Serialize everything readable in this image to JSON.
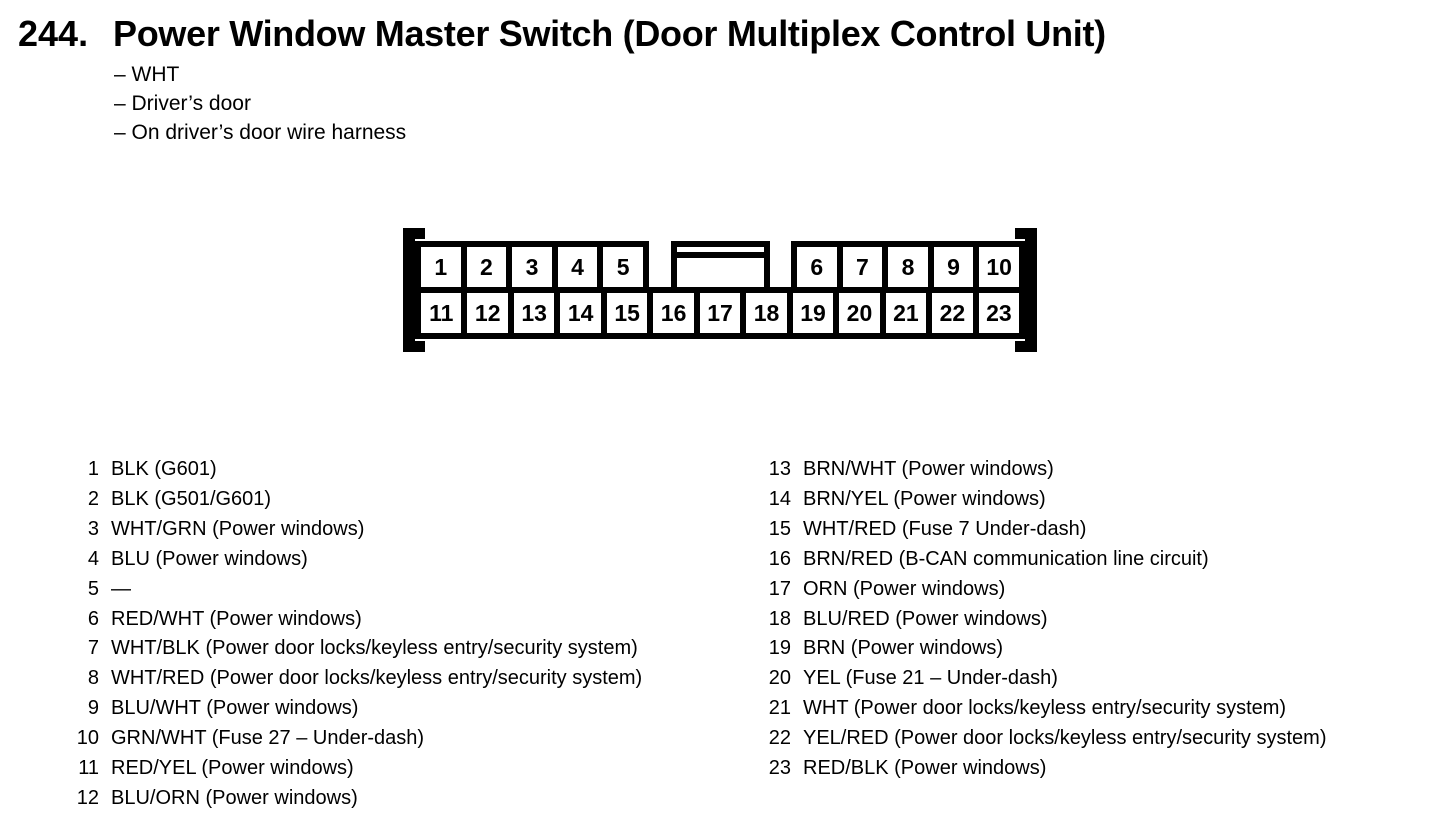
{
  "page": {
    "number": "244.",
    "title": "Power Window Master Switch (Door Multiplex Control Unit)",
    "subtitle_lines": [
      "– WHT",
      "– Driver’s door",
      "– On driver’s door wire harness"
    ]
  },
  "connector": {
    "top_row_left": [
      "1",
      "2",
      "3",
      "4",
      "5"
    ],
    "top_row_right": [
      "6",
      "7",
      "8",
      "9",
      "10"
    ],
    "bottom_row": [
      "11",
      "12",
      "13",
      "14",
      "15",
      "16",
      "17",
      "18",
      "19",
      "20",
      "21",
      "22",
      "23"
    ]
  },
  "pinout": {
    "left_column": [
      {
        "pin": "1",
        "desc": "BLK (G601)"
      },
      {
        "pin": "2",
        "desc": "BLK (G501/G601)"
      },
      {
        "pin": "3",
        "desc": "WHT/GRN (Power windows)"
      },
      {
        "pin": "4",
        "desc": "BLU (Power windows)"
      },
      {
        "pin": "5",
        "desc": "—"
      },
      {
        "pin": "6",
        "desc": "RED/WHT (Power windows)"
      },
      {
        "pin": "7",
        "desc": "WHT/BLK (Power door locks/keyless entry/security system)"
      },
      {
        "pin": "8",
        "desc": "WHT/RED (Power door locks/keyless entry/security system)"
      },
      {
        "pin": "9",
        "desc": "BLU/WHT (Power windows)"
      },
      {
        "pin": "10",
        "desc": "GRN/WHT (Fuse 27 – Under-dash)"
      },
      {
        "pin": "11",
        "desc": "RED/YEL (Power windows)"
      },
      {
        "pin": "12",
        "desc": "BLU/ORN (Power windows)"
      }
    ],
    "right_column": [
      {
        "pin": "13",
        "desc": "BRN/WHT (Power windows)"
      },
      {
        "pin": "14",
        "desc": "BRN/YEL (Power windows)"
      },
      {
        "pin": "15",
        "desc": "WHT/RED (Fuse 7 Under-dash)"
      },
      {
        "pin": "16",
        "desc": "BRN/RED (B-CAN communication line circuit)"
      },
      {
        "pin": "17",
        "desc": "ORN (Power windows)"
      },
      {
        "pin": "18",
        "desc": "BLU/RED (Power windows)"
      },
      {
        "pin": "19",
        "desc": "BRN (Power windows)"
      },
      {
        "pin": "20",
        "desc": "YEL (Fuse 21 – Under-dash)"
      },
      {
        "pin": "21",
        "desc": "WHT (Power door locks/keyless entry/security system)"
      },
      {
        "pin": "22",
        "desc": "YEL/RED (Power door locks/keyless entry/security system)"
      },
      {
        "pin": "23",
        "desc": "RED/BLK (Power windows)"
      }
    ]
  },
  "colors": {
    "ink": "#000000",
    "paper": "#ffffff"
  }
}
